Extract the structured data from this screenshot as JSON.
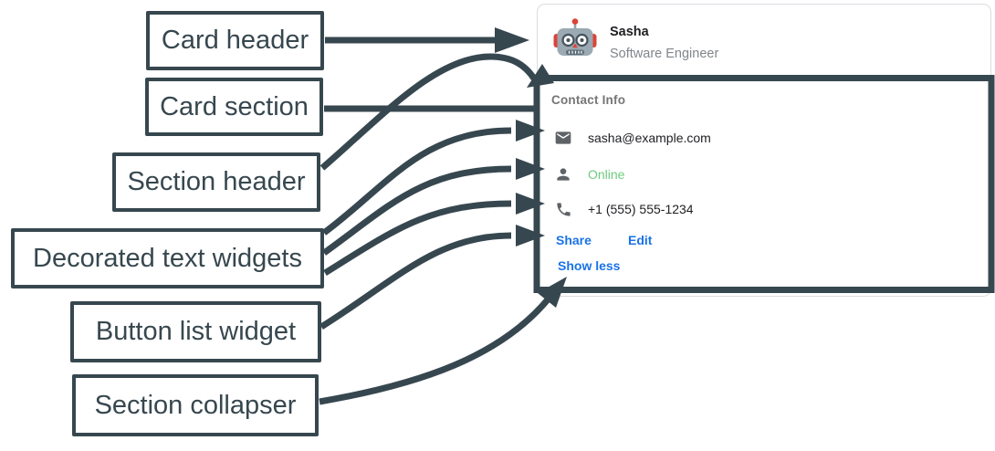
{
  "colors": {
    "annotation": "#37474F",
    "card_border": "#DADCE0",
    "link_blue": "#1A73E8",
    "online_green": "#6DCB7E",
    "icon_gray": "#5F6368",
    "text_dark": "#202124",
    "text_gray": "#80868B",
    "section_header_gray": "#757575"
  },
  "annotations": {
    "labels": [
      {
        "text": "Card header"
      },
      {
        "text": "Card section"
      },
      {
        "text": "Section header"
      },
      {
        "text": "Decorated text widgets"
      },
      {
        "text": "Button list widget"
      },
      {
        "text": "Section collapser"
      }
    ]
  },
  "card": {
    "header": {
      "avatar": "robot-avatar",
      "name": "Sasha",
      "subtitle": "Software Engineer"
    },
    "section": {
      "title": "Contact Info",
      "rows": [
        {
          "icon": "email-icon",
          "text": "sasha@example.com"
        },
        {
          "icon": "person-icon",
          "text": "Online",
          "status_color": "#6DCB7E"
        },
        {
          "icon": "phone-icon",
          "text": "+1 (555) 555-1234"
        }
      ],
      "buttons": [
        {
          "label": "Share"
        },
        {
          "label": "Edit"
        }
      ],
      "collapser": {
        "label": "Show less"
      }
    }
  }
}
